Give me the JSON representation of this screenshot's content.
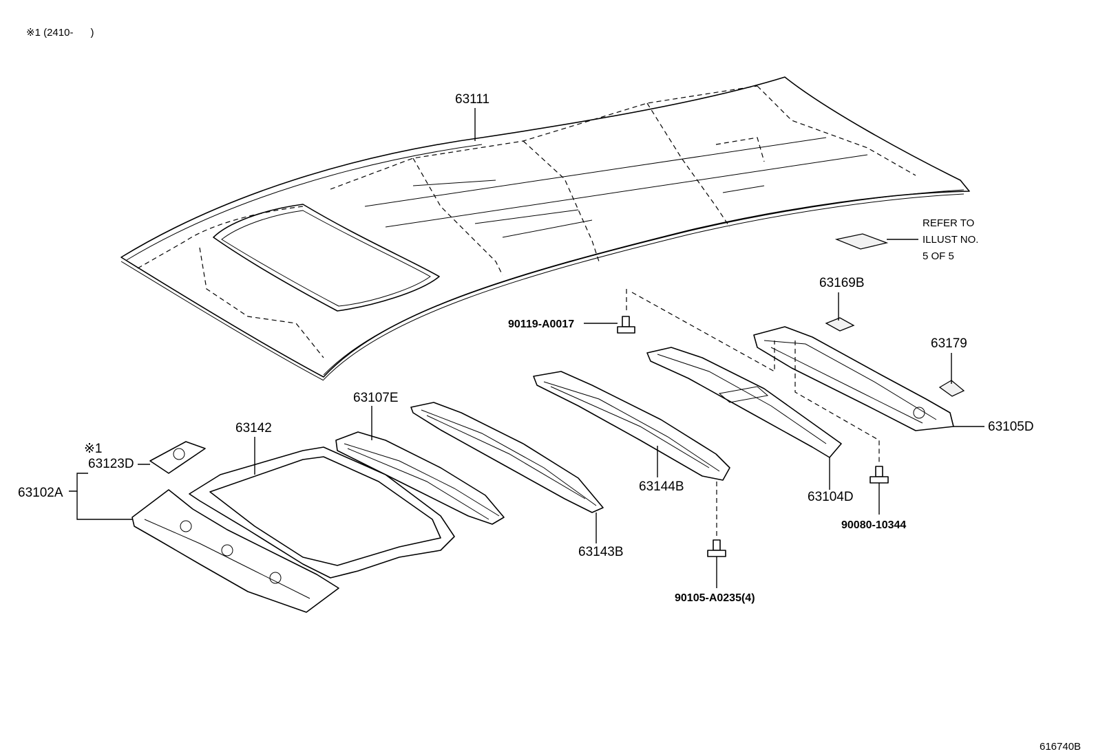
{
  "header_note": "※1 (2410-      )",
  "footer_code": "616740B",
  "refer_note": [
    "REFER TO",
    "ILLUST NO.",
    "5 OF 5"
  ],
  "parts": {
    "roof_panel": "63111",
    "pad_63169b": "63169B",
    "pad_63179": "63179",
    "bow_63105d": "63105D",
    "bow_63104d": "63104D",
    "bow_63144b": "63144B",
    "bow_63143b": "63143B",
    "reinf_63107e": "63107E",
    "sunroof_frame": "63142",
    "bracket_63123d": "63123D",
    "bracket_63123d_note": "※1",
    "header_assy": "63102A",
    "bolt_90119": "90119-A0017",
    "bolt_90080": "90080-10344",
    "bolt_90105": "90105-A0235(4)"
  }
}
